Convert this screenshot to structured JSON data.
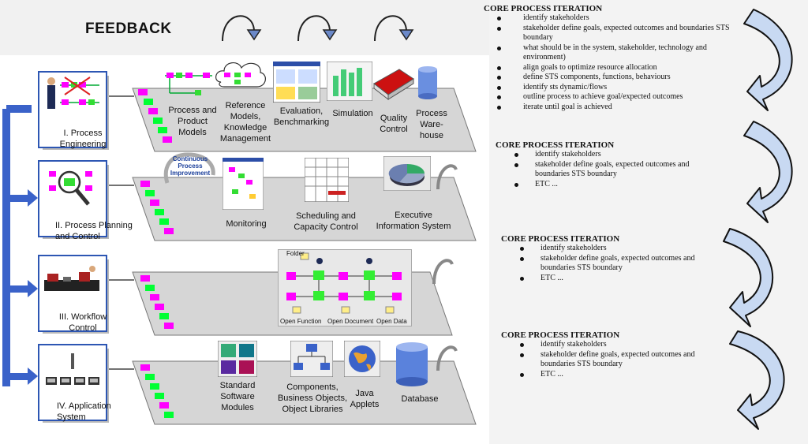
{
  "title": "FEEDBACK",
  "levels": [
    {
      "label": "I. Process\nEngineering",
      "items": [
        "Process and\nProduct\nModels",
        "Reference\nModels,\nKnowledge\nManagement",
        "Evaluation,\nBenchmarking",
        "Simulation",
        "Quality\nControl",
        "Process\nWare-\nhouse"
      ]
    },
    {
      "label": "II. Process Planning\nand Control",
      "items": [
        "Continuous\nProcess\nImprovement",
        "Monitoring",
        "Scheduling and\nCapacity Control",
        "Executive\nInformation System"
      ]
    },
    {
      "label": "III. Workflow\nControl",
      "items": [
        "Folder",
        "Open Function",
        "Open Document",
        "Open Data"
      ]
    },
    {
      "label": "IV. Application\nSystem",
      "items": [
        "Standard\nSoftware\nModules",
        "Components,\nBusiness Objects,\nObject Libraries",
        "Java\nApplets",
        "Database"
      ]
    }
  ],
  "core_blocks": [
    {
      "title": "CORE PROCESS ITERATION",
      "bullets": [
        "identify stakeholders",
        "stakeholder define goals, expected outcomes and boundaries STS boundary",
        "what should be in the system, stakeholder, technology and environment)",
        "align goals to optimize resource allocation",
        "define STS components, functions, behaviours",
        "identify sts dynamic/flows",
        "outline process to achieve goal/expected outcomes",
        "iterate until goal is achieved"
      ]
    },
    {
      "title": "CORE PROCESS ITERATION",
      "bullets": [
        "identify stakeholders",
        "stakeholder define goals, expected outcomes and boundaries STS boundary",
        "ETC ..."
      ]
    },
    {
      "title": "CORE PROCESS ITERATION",
      "bullets": [
        "identify stakeholders",
        "stakeholder define goals, expected outcomes and boundaries STS boundary",
        "ETC ..."
      ]
    },
    {
      "title": "CORE PROCESS ITERATION",
      "bullets": [
        "identify stakeholders",
        "stakeholder define goals, expected outcomes and boundaries STS boundary",
        "ETC ..."
      ]
    }
  ],
  "colors": {
    "arrow_blue": "#3a62c9",
    "curve_blue": "#c6d7f2",
    "panel_grey": "#d8d8d8",
    "magenta": "#ff00ff",
    "green": "#00ff33"
  }
}
